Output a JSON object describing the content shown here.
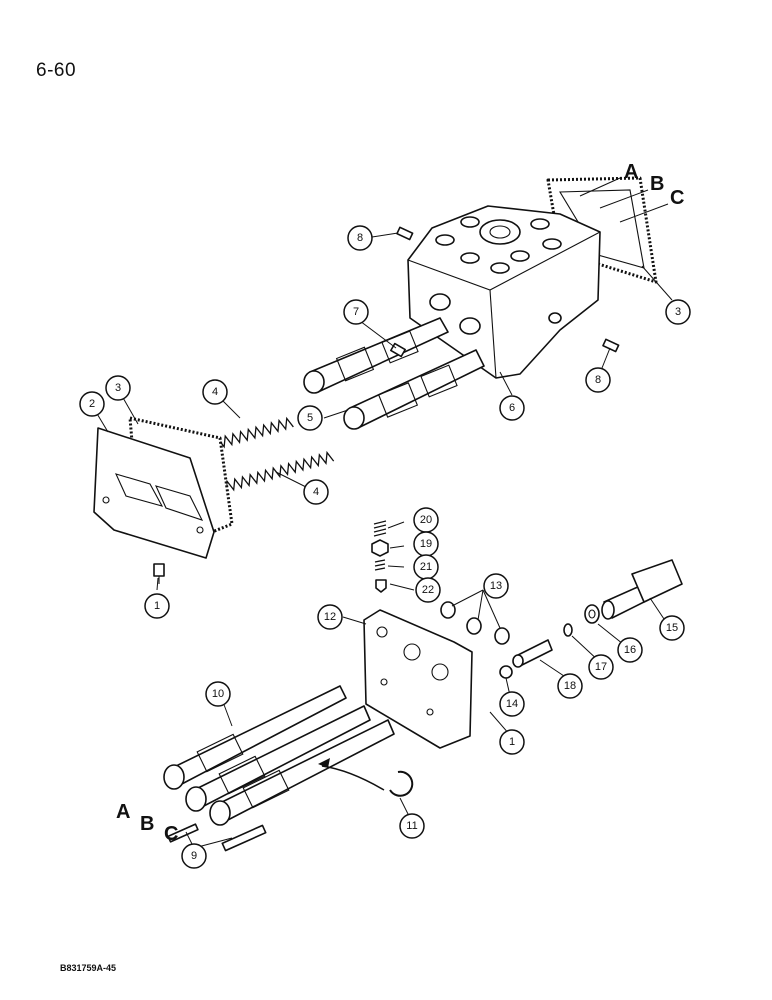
{
  "page_number": "6-60",
  "footer_code": "B831759A-45",
  "letters": {
    "A": "A",
    "B": "B",
    "C": "C"
  },
  "callouts": {
    "c1": "1",
    "c2": "2",
    "c3": "3",
    "c4": "4",
    "c5": "5",
    "c6": "6",
    "c7": "7",
    "c8": "8",
    "c9": "9",
    "c10": "10",
    "c11": "11",
    "c12": "12",
    "c13": "13",
    "c14": "14",
    "c15": "15",
    "c16": "16",
    "c17": "17",
    "c18": "18",
    "c19": "19",
    "c20": "20",
    "c21": "21",
    "c22": "22"
  }
}
